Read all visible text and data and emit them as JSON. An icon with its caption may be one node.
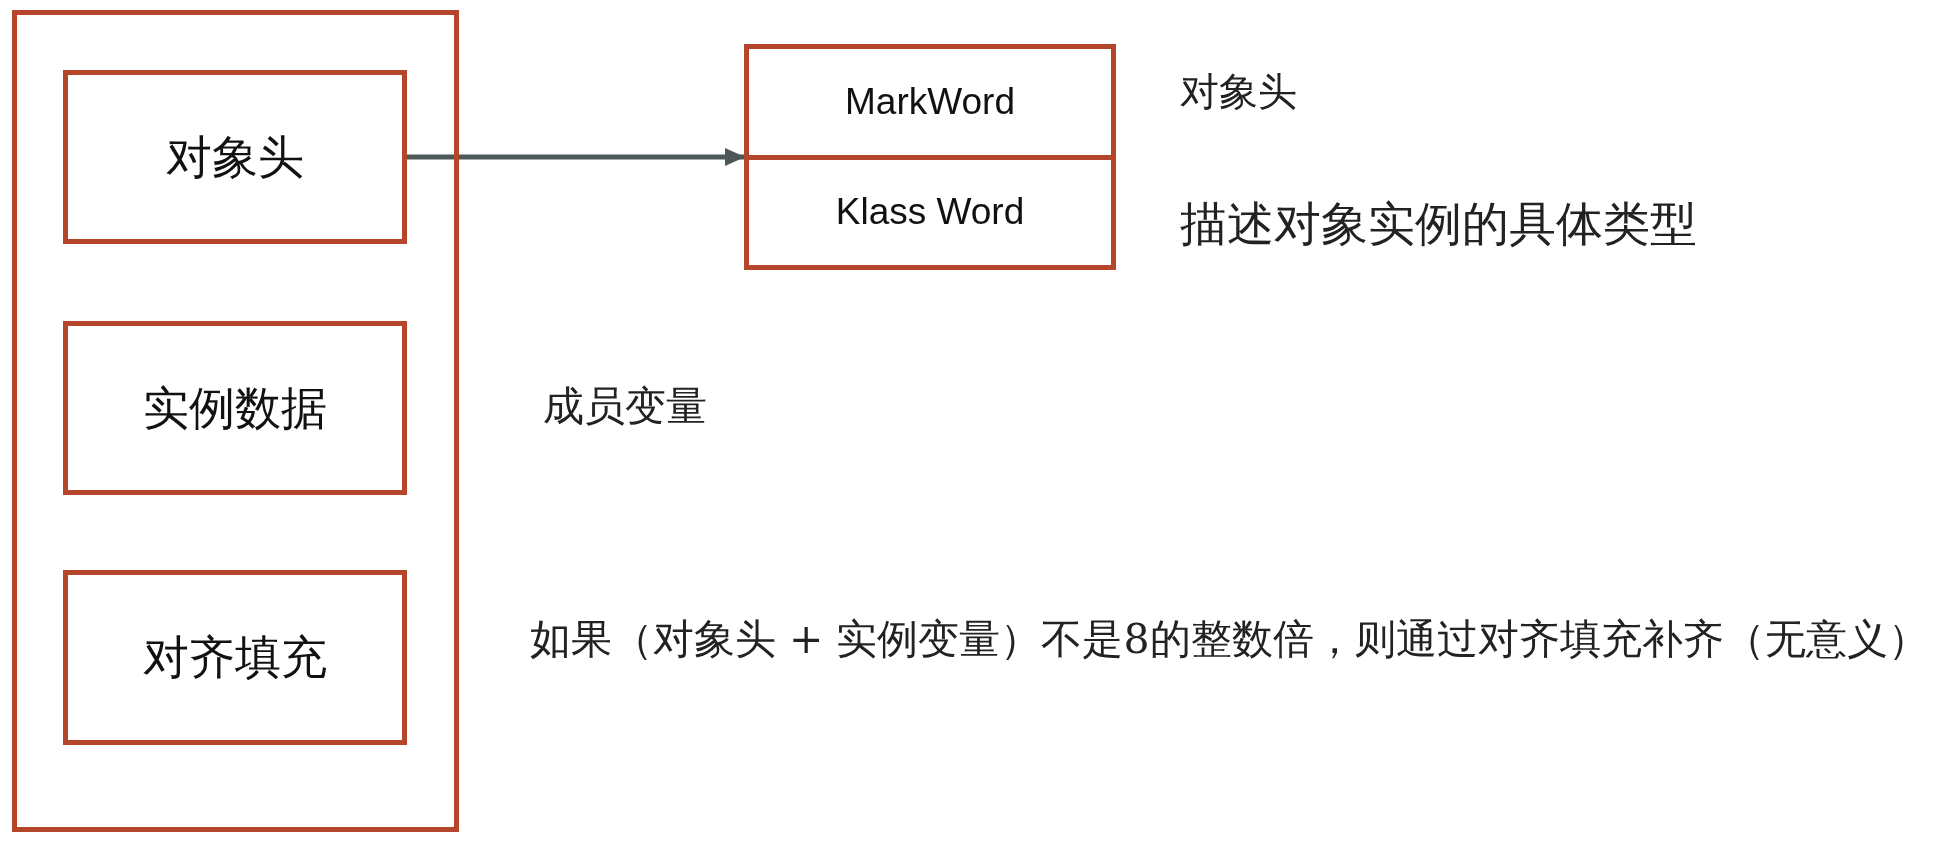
{
  "diagram": {
    "nodes": [
      {
        "text": [],
        "shape": "box"
      },
      {
        "text": [
          "对象头"
        ],
        "in": 0
      },
      {
        "text": [
          "实例数据"
        ],
        "in": 0,
        "beside": [
          "成员变量"
        ]
      },
      {
        "text": [
          "对齐填充"
        ],
        "in": 0,
        "beside": [
          "如果（对象头 + 实例变量）不是8的整数倍，则通过对齐填充补齐（无意义）"
        ]
      },
      {
        "text": [],
        "shape": "box"
      },
      {
        "text": [
          "MarkWord"
        ],
        "in": 4,
        "beside": [
          "对象头"
        ]
      },
      {
        "text": [
          "Klass Word"
        ],
        "in": 4,
        "beside": [
          "描述对象实例的具体类型"
        ]
      }
    ],
    "edges": [
      {
        "from": 1,
        "to": 4,
        "arrow": "to"
      }
    ]
  }
}
